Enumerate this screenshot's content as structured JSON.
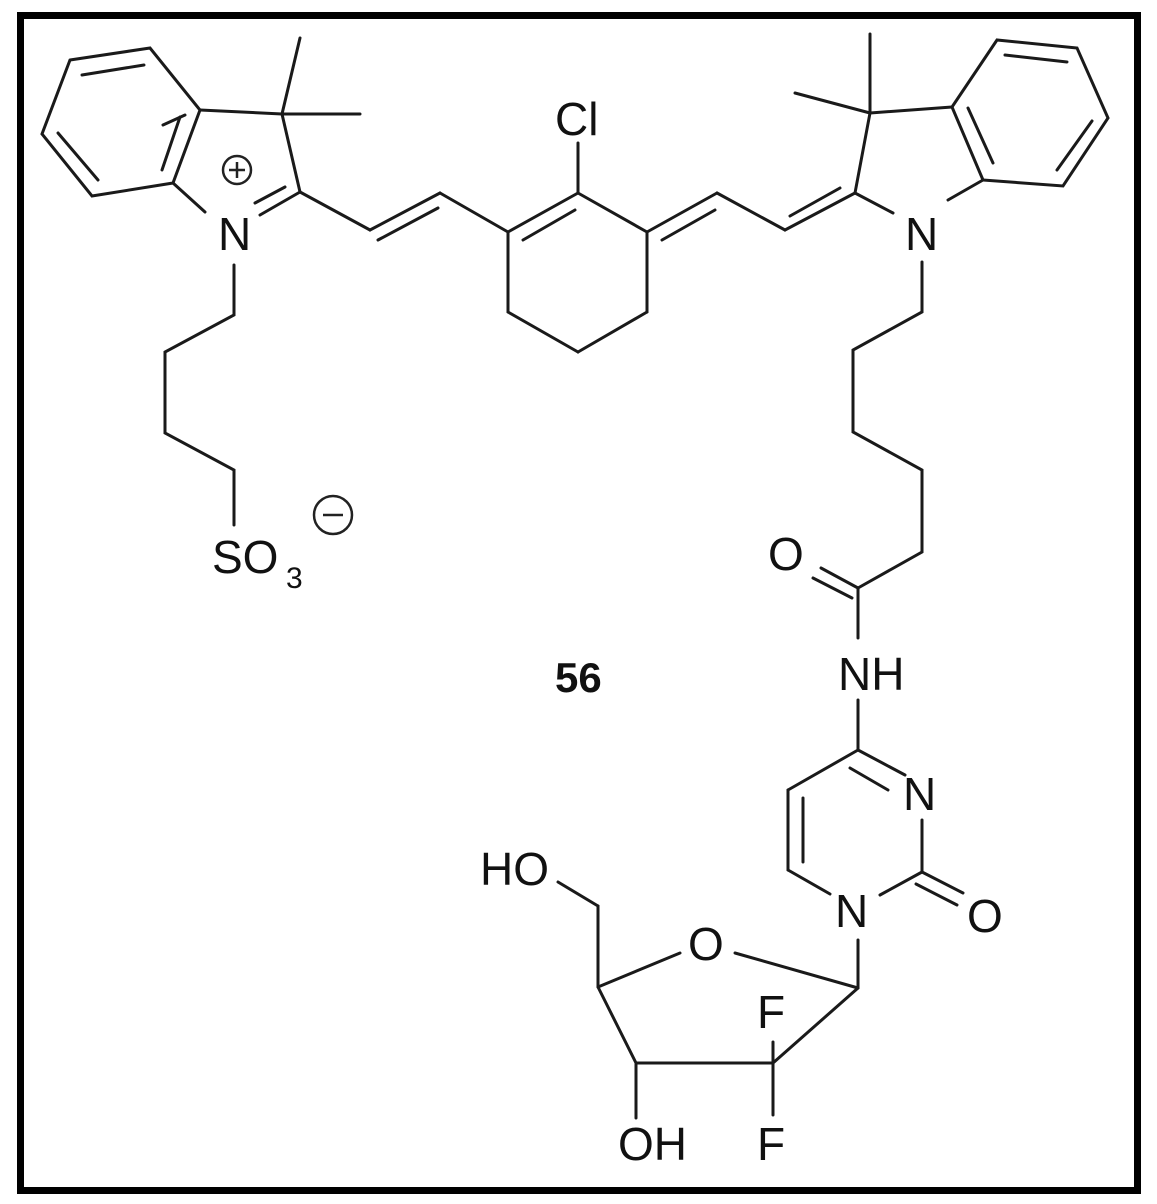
{
  "figure": {
    "type": "chemical-structure",
    "compound_label": "56",
    "border_color": "#000000"
  },
  "atoms": {
    "cl": "Cl",
    "n_left": "N",
    "n_right": "N",
    "so3_s": "SO",
    "so3_sub": "3",
    "carbonyl_o": "O",
    "nh": "NH",
    "pyr_n3": "N",
    "pyr_n1": "N",
    "pyr_o": "O",
    "ring_o": "O",
    "ho": "HO",
    "oh": "OH",
    "f_top": "F",
    "f_bottom": "F"
  },
  "charges": {
    "positive": "+",
    "negative": "−"
  }
}
